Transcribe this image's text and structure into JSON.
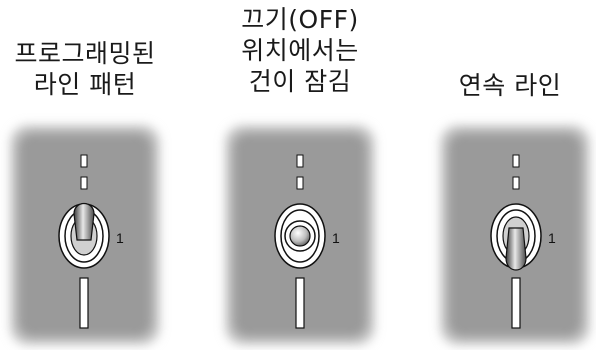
{
  "switches": [
    {
      "caption": "프로그래밍된\n라인 패턴",
      "position_number": "1",
      "lever": "up"
    },
    {
      "caption": "끄기(OFF)\n위치에서는\n건이 잠김",
      "position_number": "1",
      "lever": "center"
    },
    {
      "caption": "연속 라인",
      "position_number": "1",
      "lever": "down"
    }
  ],
  "colors": {
    "panel": "#9a9a9a",
    "panel_shadow": "#c8c8c8",
    "line": "#111111",
    "fill": "#ffffff"
  }
}
